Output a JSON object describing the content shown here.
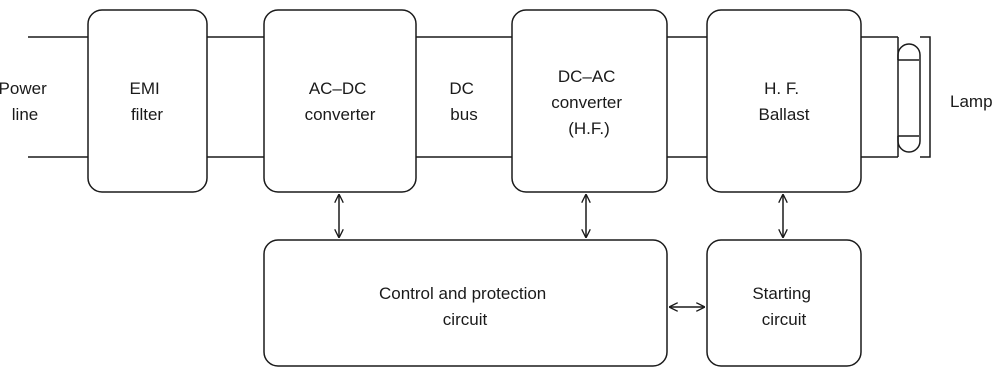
{
  "diagram": {
    "labels": {
      "power_line": [
        "Power",
        "line"
      ],
      "dc_bus": [
        "DC",
        "bus"
      ],
      "lamp": "Lamp"
    },
    "blocks": {
      "emi_filter": [
        "EMI",
        "filter"
      ],
      "ac_dc": [
        "AC–DC",
        "converter"
      ],
      "dc_ac": [
        "DC–AC",
        "converter",
        "(H.F.)"
      ],
      "hf_ballast": [
        "H. F.",
        "Ballast"
      ],
      "control": [
        "Control and protection",
        "circuit"
      ],
      "starting": [
        "Starting",
        "circuit"
      ]
    }
  }
}
